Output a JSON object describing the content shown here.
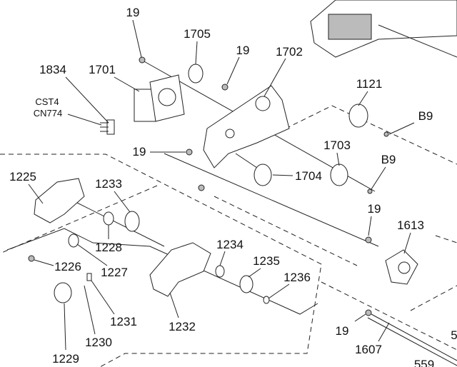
{
  "labels": [
    "19",
    "1705",
    "19",
    "1702",
    "1834",
    "1701",
    "CST4",
    "CN774",
    "1121",
    "B9",
    "19",
    "1703",
    "B9",
    "1704",
    "1225",
    "1233",
    "19",
    "1613",
    "1228",
    "1234",
    "1226",
    "1227",
    "1235",
    "1236",
    "1231",
    "1232",
    "1230",
    "19",
    "1607",
    "1229",
    "559",
    "5"
  ]
}
